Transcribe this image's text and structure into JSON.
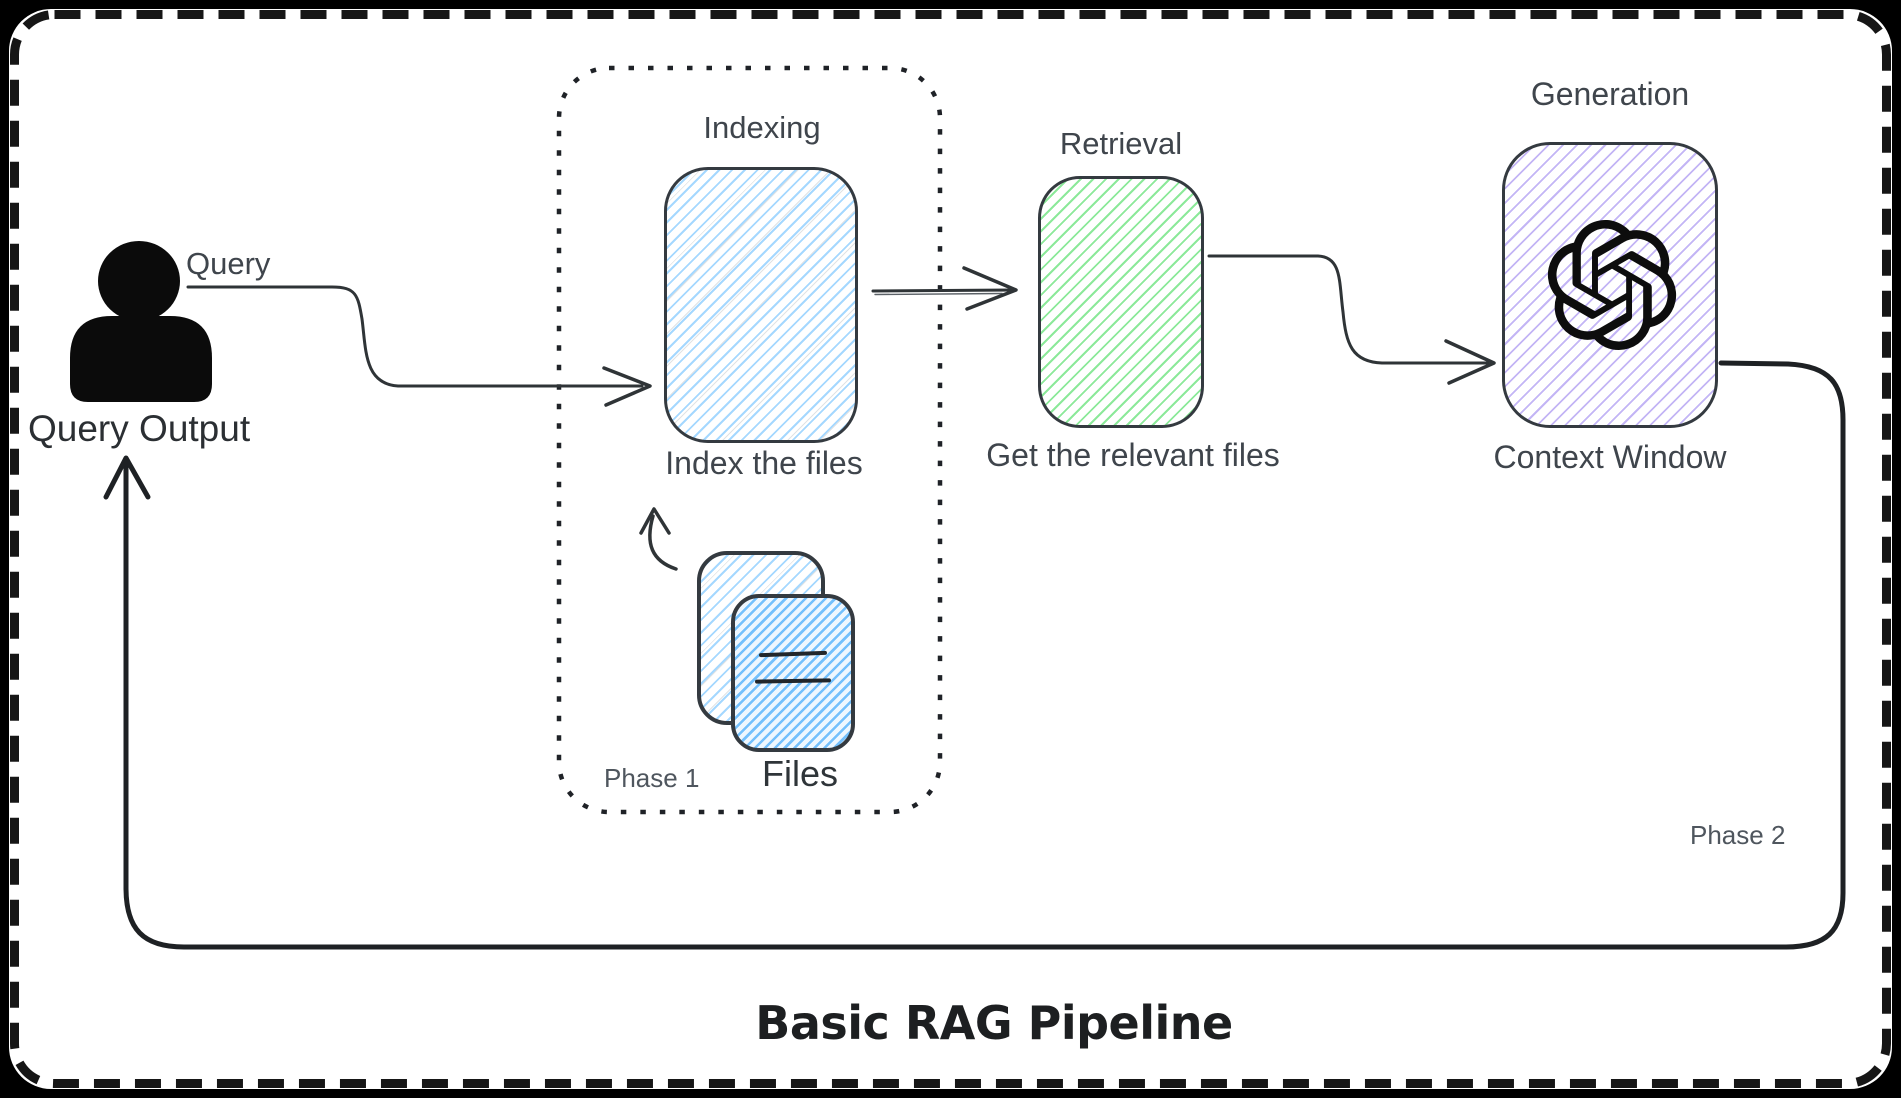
{
  "diagram": {
    "title": "Basic RAG Pipeline",
    "actor": {
      "query_label": "Query",
      "output_label": "Query Output"
    },
    "phase_1": {
      "badge": "Phase 1",
      "indexing_title": "Indexing",
      "indexing_caption": "Index the files",
      "files_label": "Files"
    },
    "retrieval": {
      "title": "Retrieval",
      "caption": "Get the relevant files"
    },
    "generation": {
      "title": "Generation",
      "caption": "Context Window"
    },
    "phase_2": {
      "badge": "Phase 2"
    }
  },
  "icons": {
    "actor": "user-silhouette-icon",
    "generation": "openai-logo-icon",
    "files": "stacked-documents-icon"
  },
  "colors": {
    "canvas_bg": "#000000",
    "card_bg": "#ffffff",
    "border_dark": "#161616",
    "stroke_dark": "#343a40",
    "text": "#3f454c",
    "text_muted": "#4f565e",
    "hatch_blue": "#a5d8ff",
    "hatch_blue_dense": "#74c0fc",
    "hatch_green": "#8ce99a",
    "hatch_purple": "#c3b5f5"
  }
}
